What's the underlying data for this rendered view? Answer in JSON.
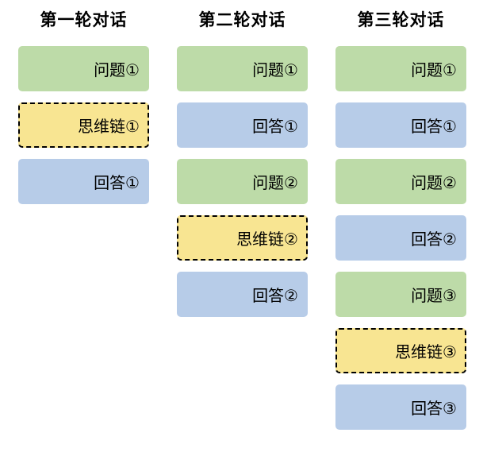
{
  "colors": {
    "question_bg": "#BDDBA8",
    "answer_bg": "#B7CCE8",
    "cot_bg": "#F8E592",
    "cot_border": "#000000",
    "text": "#000000",
    "background": "#FFFFFF"
  },
  "columns": [
    {
      "title": "第一轮对话",
      "boxes": [
        {
          "type": "question",
          "label": "问题①"
        },
        {
          "type": "cot",
          "label": "思维链①"
        },
        {
          "type": "answer",
          "label": "回答①"
        }
      ]
    },
    {
      "title": "第二轮对话",
      "boxes": [
        {
          "type": "question",
          "label": "问题①"
        },
        {
          "type": "answer",
          "label": "回答①"
        },
        {
          "type": "question",
          "label": "问题②"
        },
        {
          "type": "cot",
          "label": "思维链②"
        },
        {
          "type": "answer",
          "label": "回答②"
        }
      ]
    },
    {
      "title": "第三轮对话",
      "boxes": [
        {
          "type": "question",
          "label": "问题①"
        },
        {
          "type": "answer",
          "label": "回答①"
        },
        {
          "type": "question",
          "label": "问题②"
        },
        {
          "type": "answer",
          "label": "回答②"
        },
        {
          "type": "question",
          "label": "问题③"
        },
        {
          "type": "cot",
          "label": "思维链③"
        },
        {
          "type": "answer",
          "label": "回答③"
        }
      ]
    }
  ]
}
